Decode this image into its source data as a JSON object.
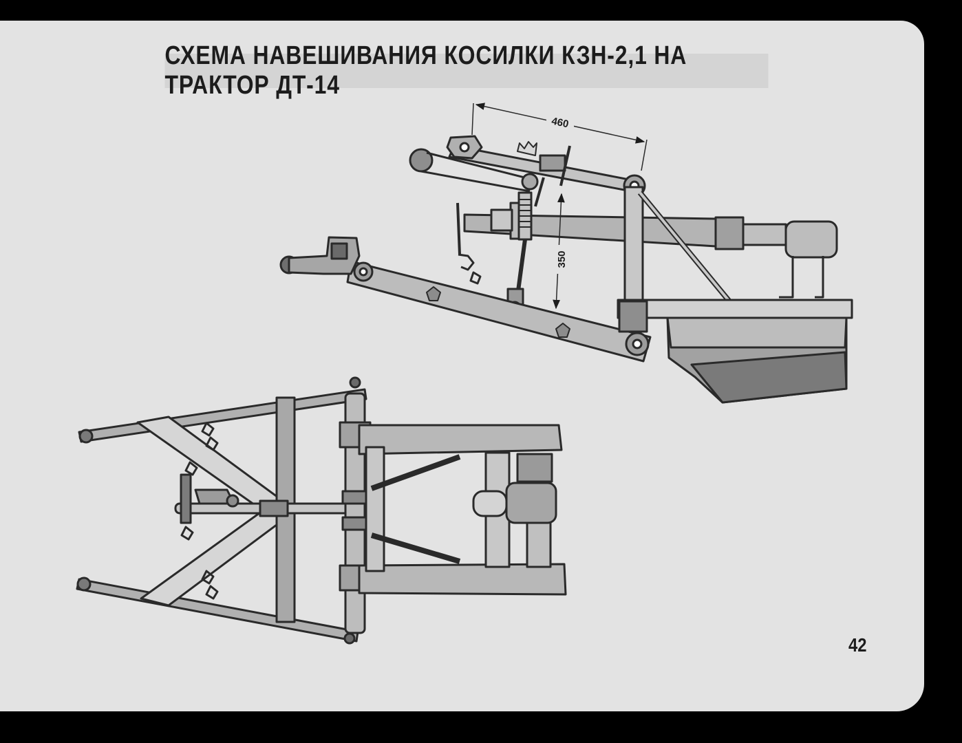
{
  "title": "СХЕМА НАВЕШИВАНИЯ КОСИЛКИ КЗН-2,1 НА ТРАКТОР ДТ-14",
  "page_number": "42",
  "dimensions": {
    "horizontal": "460",
    "vertical": "350"
  },
  "colors": {
    "background": "#000000",
    "card": "#e3e3e3",
    "ink": "#1c1c1c",
    "part_fill": "#a8a8a8",
    "part_light": "#c4c4c4",
    "part_dark": "#6e6e6e"
  }
}
